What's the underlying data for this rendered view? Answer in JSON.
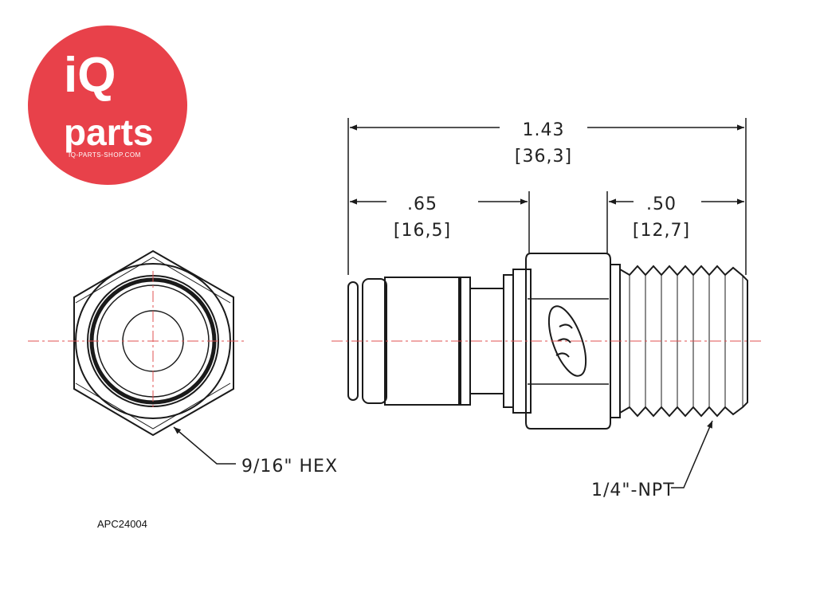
{
  "logo": {
    "brand_top": "iQ",
    "brand_bottom": "parts",
    "url": "IQ-PARTS-SHOP.COM",
    "color": "#e8414a"
  },
  "dimensions": {
    "overall": {
      "imperial": "1.43",
      "metric": "[36,3]"
    },
    "left": {
      "imperial": ".65",
      "metric": "[16,5]"
    },
    "right": {
      "imperial": ".50",
      "metric": "[12,7]"
    }
  },
  "callouts": {
    "hex": "9/16\" HEX",
    "thread": "1/4\"-NPT"
  },
  "part_number": "APC24004",
  "colors": {
    "line": "#1a1a1a",
    "centerline": "#e05050"
  }
}
